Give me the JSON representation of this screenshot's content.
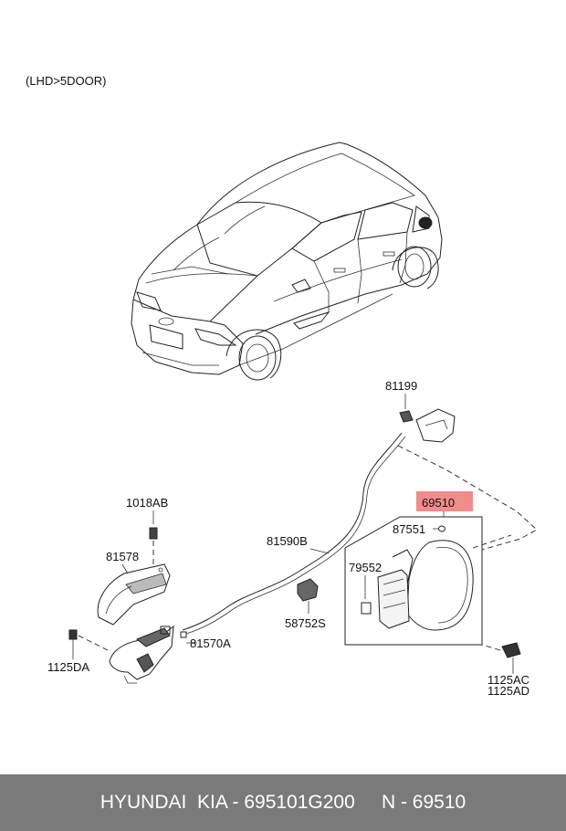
{
  "diagram": {
    "variant_label": "(LHD>5DOOR)",
    "parts": {
      "p81199": "81199",
      "p69510": "69510",
      "p1018AB": "1018AB",
      "p81578": "81578",
      "p81590B": "81590B",
      "p87551": "87551",
      "p79552": "79552",
      "p58752S": "58752S",
      "p81570A": "81570A",
      "p1125DA": "1125DA",
      "p1125AC": "1125AC",
      "p1125AD": "1125AD"
    },
    "highlight_color": "#f08c8c"
  },
  "footer": {
    "text": "HYUNDAI  KIA - 695101G200     N - 69510"
  }
}
